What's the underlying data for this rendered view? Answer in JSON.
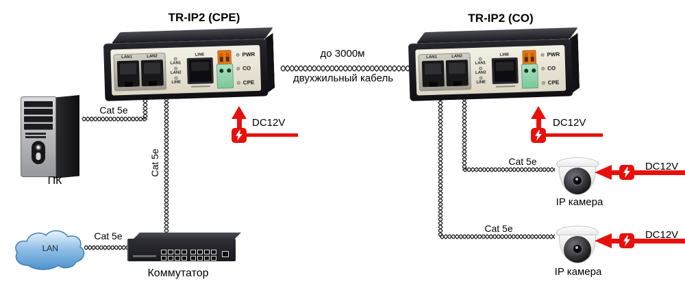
{
  "titles": {
    "cpe": "TR-IP2 (CPE)",
    "co": "TR-IP2 (CO)"
  },
  "link": {
    "distance": "до 3000м",
    "cable_type": "двухжильный кабель"
  },
  "cable_label": "Cat 5e",
  "power_label": "DC12V",
  "device_panel": {
    "port1": "LAN1",
    "port2": "LAN2",
    "led1": "LAN1",
    "led2": "LAN2",
    "led3": "LINE",
    "line_port": "LINE",
    "status1": "PWR",
    "status2": "CO",
    "status3": "CPE"
  },
  "nodes": {
    "pc": "ПК",
    "lan": "LAN",
    "switch": "Коммутатор",
    "camera_top": "IP камера",
    "camera_bottom": "IP камера"
  },
  "icons": {
    "power": "lightning-bolt-icon"
  },
  "colors": {
    "power_red": "#e8100c",
    "device_dark": "#1c1c20",
    "panel_cream": "#eae6da",
    "terminal_green": "#8ed2a8",
    "connector_orange": "#e77817",
    "cloud_blue": "#5b9ad2",
    "cable_stroke": "#2d2d2d"
  }
}
